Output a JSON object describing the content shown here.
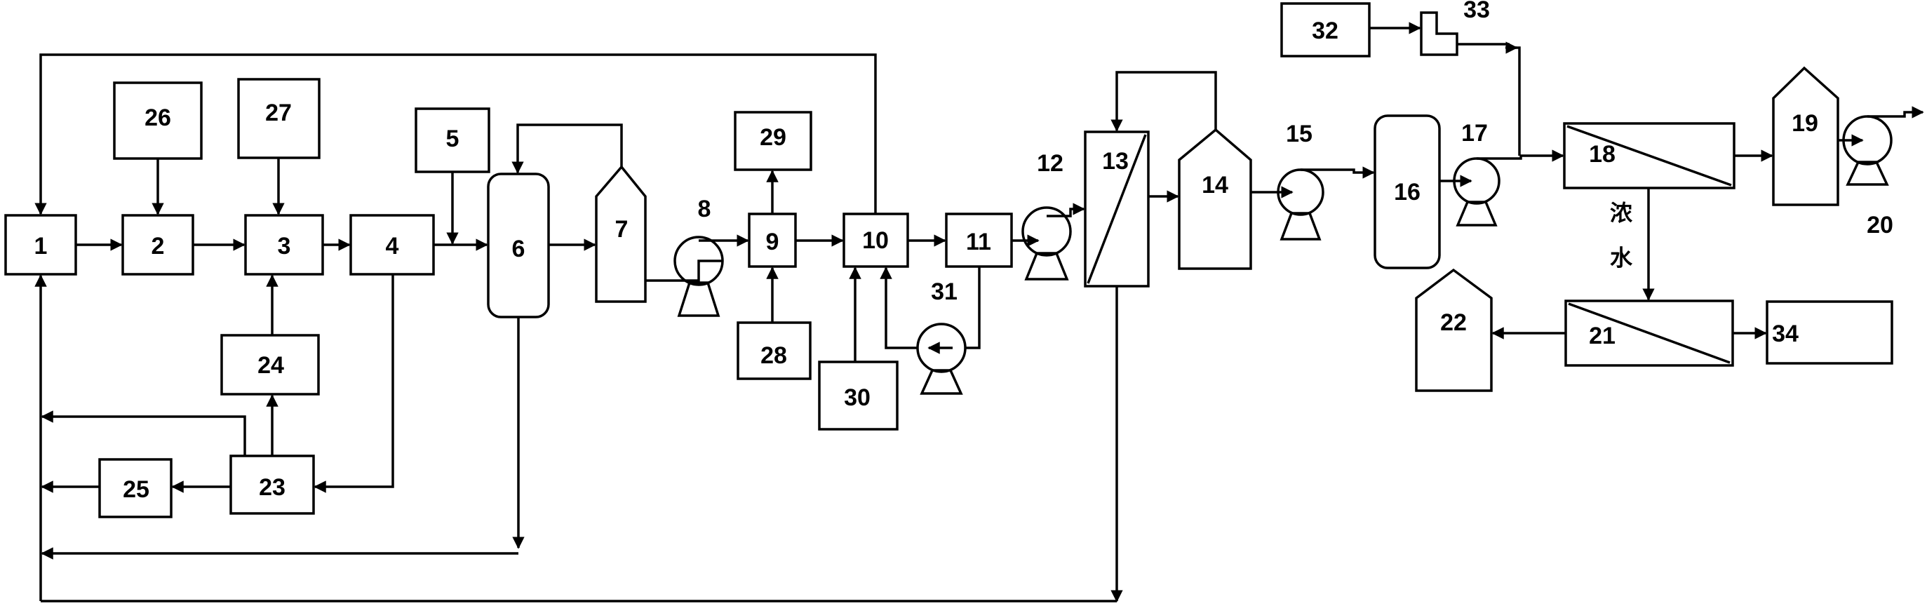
{
  "units": {
    "u1": "1",
    "u2": "2",
    "u3": "3",
    "u4": "4",
    "u5": "5",
    "u6": "6",
    "u7": "7",
    "u8": "8",
    "u9": "9",
    "u10": "10",
    "u11": "11",
    "u12": "12",
    "u13": "13",
    "u14": "14",
    "u15": "15",
    "u16": "16",
    "u17": "17",
    "u18": "18",
    "u19": "19",
    "u20": "20",
    "u21": "21",
    "u22": "22",
    "u23": "23",
    "u24": "24",
    "u25": "25",
    "u26": "26",
    "u27": "27",
    "u28": "28",
    "u29": "29",
    "u30": "30",
    "u31": "31",
    "u32": "32",
    "u33": "33",
    "u34": "34"
  },
  "labels": {
    "concentrate_char1": "浓",
    "concentrate_char2": "水"
  }
}
